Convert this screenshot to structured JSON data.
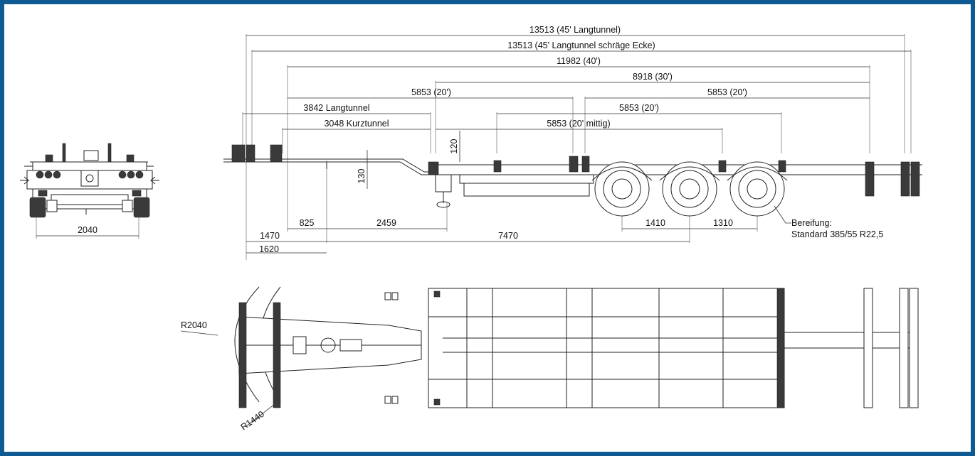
{
  "rear_view": {
    "width_label": "2040"
  },
  "side_view": {
    "dimensions": {
      "d_45_long": "13513 (45' Langtunnel)",
      "d_45_angled": "13513 (45' Langtunnel schräge Ecke)",
      "d_40": "11982 (40')",
      "d_30": "8918 (30')",
      "d_20_front": "5853 (20')",
      "d_20_rear": "5853 (20')",
      "d_20_mid": "5853 (20')",
      "d_long_tunnel": "3842 Langtunnel",
      "d_short_tunnel": "3048 Kurztunnel",
      "d_20_center": "5853 (20' mittig)",
      "h_120": "120",
      "h_130": "130",
      "b_825": "825",
      "b_2459": "2459",
      "b_1470": "1470",
      "b_7470": "7470",
      "b_1620": "1620",
      "b_1410": "1410",
      "b_1310": "1310"
    },
    "tyres_title": "Bereifung:",
    "tyres_spec": "Standard 385/55 R22,5"
  },
  "top_view": {
    "radius_large": "R2040",
    "radius_small": "R1440"
  },
  "colors": {
    "border": "#0e5a92",
    "background": "#ffffff",
    "line": "#222222"
  }
}
